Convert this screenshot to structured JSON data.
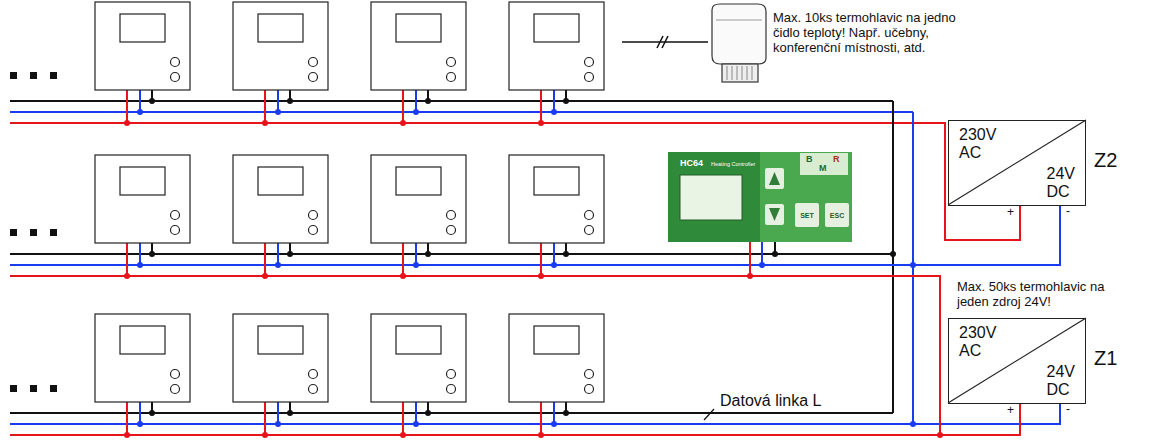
{
  "diagram": {
    "nodes": [
      {
        "text": [
          "230V AC",
          "24V DC",
          "Z2"
        ]
      },
      {
        "text": [
          "HC64",
          "Heating Controller"
        ]
      },
      {
        "text": [
          "SET"
        ],
        "in": 1
      },
      {
        "text": [
          "ESC"
        ],
        "in": 1
      },
      {
        "text": [
          "230V AC",
          "24V DC",
          "Z1"
        ]
      }
    ],
    "edges": [
      {
        "from": 0,
        "to": 1,
        "arrow": "none"
      },
      {
        "from": 4,
        "to": 1,
        "arrow": "none"
      },
      {
        "from": 4,
        "to": 1,
        "arrow": "none"
      }
    ],
    "labels": [
      "Max. 10ks termohlavic na jedno čidlo teploty! Např. učebny, konferenční místnosti, atd.",
      "B",
      "R",
      "M",
      "+",
      "-",
      "Max. 50ks termohlavic na jeden zdroj 24V!",
      "Datová linka L",
      "+",
      "-"
    ]
  }
}
